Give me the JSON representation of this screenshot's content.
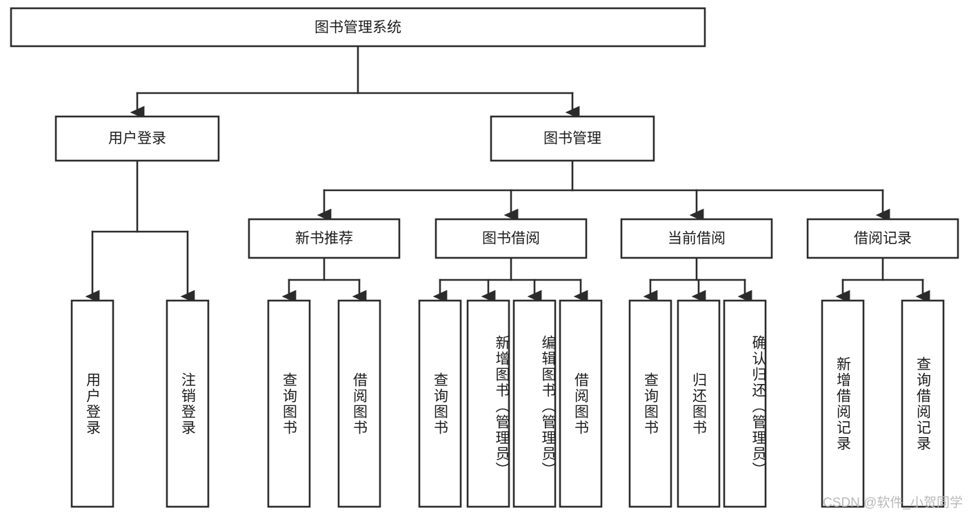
{
  "diagram": {
    "title": "图书管理系统",
    "root": {
      "label": "图书管理系统"
    },
    "level2": [
      {
        "label": "用户登录"
      },
      {
        "label": "图书管理"
      }
    ],
    "level3": [
      {
        "label": "新书推荐"
      },
      {
        "label": "图书借阅"
      },
      {
        "label": "当前借阅"
      },
      {
        "label": "借阅记录"
      }
    ],
    "leaves": {
      "user_login": [
        {
          "label": "用户登录"
        },
        {
          "label": "注销登录"
        }
      ],
      "new_book_recommend": [
        {
          "label": "查询图书"
        },
        {
          "label": "借阅图书"
        }
      ],
      "book_borrow": [
        {
          "label": "查询图书"
        },
        {
          "label": "新增图书（管理员）"
        },
        {
          "label": "编辑图书（管理员）"
        },
        {
          "label": "借阅图书"
        }
      ],
      "current_borrow": [
        {
          "label": "查询图书"
        },
        {
          "label": "归还图书"
        },
        {
          "label": "确认归还（管理员）"
        }
      ],
      "borrow_record": [
        {
          "label": "新增借阅记录"
        },
        {
          "label": "查询借阅记录"
        }
      ]
    }
  },
  "watermark": {
    "text": "CSDN @软件_小贺同学"
  },
  "colors": {
    "box_stroke": "#2b2b2b",
    "box_fill": "#ffffff",
    "text": "#1c1c1c",
    "watermark": "#b9b9b9",
    "background": "#ffffff"
  }
}
